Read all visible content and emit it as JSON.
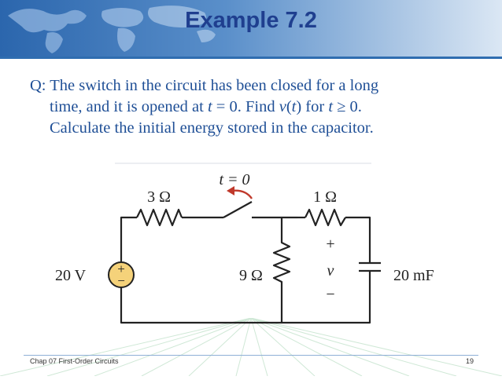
{
  "slide": {
    "title": "Example 7.2",
    "question": {
      "line1_a": "Q: The switch in the circuit has been closed for a long",
      "line2_a": "time, and it is opened at ",
      "line2_t": "t",
      "line2_b": " = 0. Find ",
      "line2_v": "v",
      "line2_c": "(",
      "line2_t2": "t",
      "line2_d": ") for ",
      "line2_t3": "t",
      "line2_e": " ≥ 0.",
      "line3": "Calculate the initial energy stored in the capacitor."
    },
    "circuit": {
      "r1_label": "3 Ω",
      "switch_label": "t = 0",
      "r2_label": "1 Ω",
      "source_label": "20 V",
      "r3_label": "9 Ω",
      "plus": "+",
      "v_label": "v",
      "minus": "−",
      "cap_label": "20 mF",
      "src_plus": "+",
      "src_minus": "−"
    },
    "footer": {
      "left": "Chap 07 First-Order Circuits",
      "page": "19"
    }
  },
  "colors": {
    "title": "#1f3f8f",
    "question": "#1f4f96",
    "header_bg": "#2f6db0",
    "source_fill": "#f5d27a",
    "switch_arrow": "#c0392b"
  }
}
